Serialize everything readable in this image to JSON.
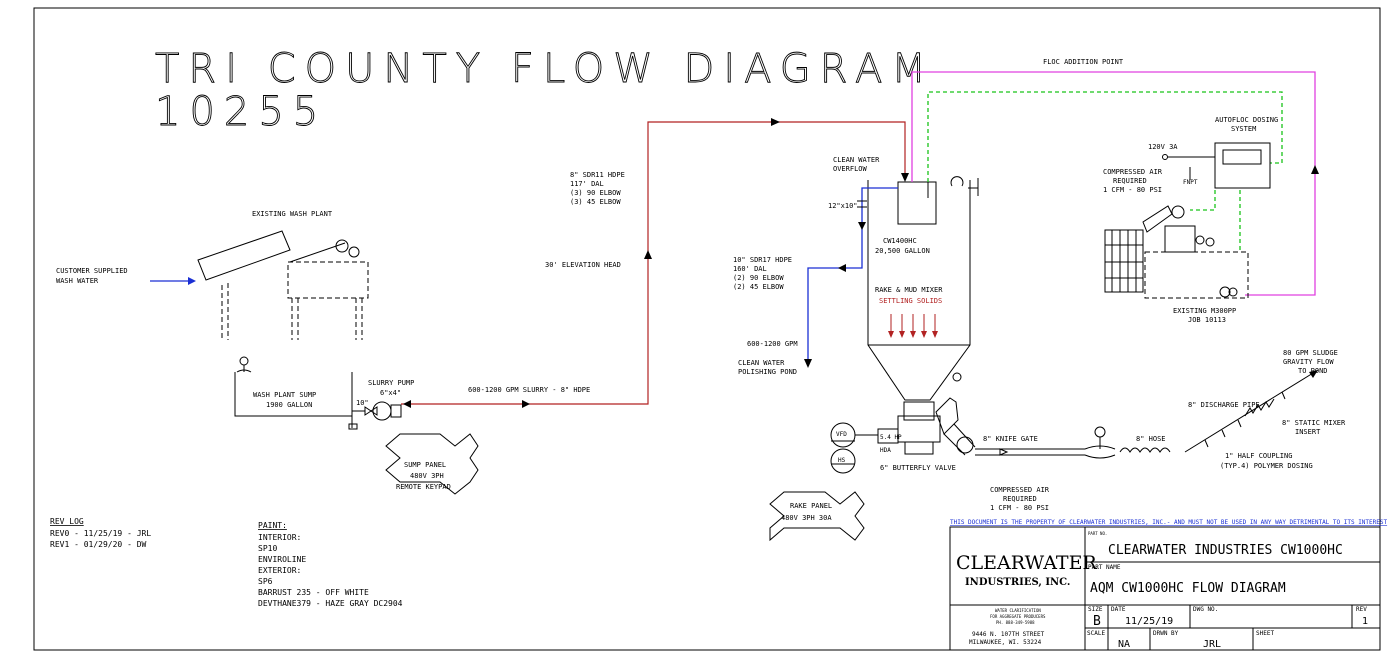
{
  "title": {
    "line1": "TRI COUNTY FLOW DIAGRAM",
    "line2": "10255"
  },
  "labels": {
    "existing_wash_plant": "EXISTING WASH PLANT",
    "customer_water_1": "CUSTOMER SUPPLIED",
    "customer_water_2": "WASH WATER",
    "wash_sump_1": "WASH PLANT SUMP",
    "wash_sump_2": "1900 GALLON",
    "slurry_pump_1": "SLURRY PUMP",
    "slurry_pump_2": "6\"x4\"",
    "pump_inlet": "10\"",
    "slurry_line": "600-1200 GPM SLURRY - 8\" HDPE",
    "sump_panel_1": "SUMP PANEL",
    "sump_panel_2": "480V 3PH",
    "sump_panel_3": "REMOTE KEYPAD",
    "elev_head": "30' ELEVATION HEAD",
    "hdpe8_1": "8\" SDR11 HDPE",
    "hdpe8_2": "117' DAL",
    "hdpe8_3": "(3) 90 ELBOW",
    "hdpe8_4": "(3) 45 ELBOW",
    "clean_overflow_1": "CLEAN WATER",
    "clean_overflow_2": "OVERFLOW",
    "overflow_size": "12\"x10\"",
    "hdpe10_1": "10\" SDR17 HDPE",
    "hdpe10_2": "160' DAL",
    "hdpe10_3": "(2) 90 ELBOW",
    "hdpe10_4": "(2) 45 ELBOW",
    "clean_gpm": "600-1200 GPM",
    "polish_pond_1": "CLEAN WATER",
    "polish_pond_2": "POLISHING POND",
    "tank_1": "CW1400HC",
    "tank_2": "20,500 GALLON",
    "rake_mixer": "RAKE & MUD MIXER",
    "settling": "SETTLING SOLIDS",
    "floc_point": "FLOC ADDITION POINT",
    "autofloc_1": "AUTOFLOC DOSING",
    "autofloc_2": "SYSTEM",
    "power_120": "120V 3A",
    "air_req_1": "COMPRESSED AIR",
    "air_req_2": "REQUIRED",
    "air_req_3": "1 CFM - 80 PSI",
    "fnpt": "FNPT",
    "m300_1": "EXISTING M300PP",
    "m300_2": "JOB 10113",
    "vfd": "VFD",
    "hs": "HS",
    "hp": "5.4 HP",
    "hda": "HDA",
    "butterfly": "6\" BUTTERFLY VALVE",
    "knife_gate": "8\" KNIFE GATE",
    "hose": "8\" HOSE",
    "discharge_pipe": "8\" DISCHARGE PIPE",
    "static_mixer_1": "8\" STATIC MIXER",
    "static_mixer_2": "INSERT",
    "half_coupling_1": "1\" HALF COUPLING",
    "half_coupling_2": "(TYP.4) POLYMER DOSING",
    "sludge_1": "80 GPM SLUDGE",
    "sludge_2": "GRAVITY FLOW",
    "sludge_3": "TO POND",
    "air_bottom_1": "COMPRESSED AIR",
    "air_bottom_2": "REQUIRED",
    "air_bottom_3": "1 CFM - 80 PSI",
    "rake_panel_1": "RAKE PANEL",
    "rake_panel_2": "480V 3PH 30A"
  },
  "rev_log": {
    "title": "REV LOG",
    "entries": [
      "REV0 - 11/25/19 - JRL",
      "REV1 - 01/29/20 - DW"
    ]
  },
  "paint": {
    "title": "PAINT:",
    "lines": [
      "INTERIOR:",
      "SP10",
      "ENVIROLINE",
      "EXTERIOR:",
      "SP6",
      "BARRUST 235 - OFF WHITE",
      "DEVTHANE379 - HAZE GRAY DC2904"
    ]
  },
  "title_block": {
    "notice": "THIS DOCUMENT IS THE PROPERTY OF CLEARWATER INDUSTRIES, INC.- AND MUST NOT BE USED IN ANY WAY DETRIMENTAL TO ITS INTEREST",
    "logo_main": "CLEARWATER",
    "logo_sub": "INDUSTRIES, INC.",
    "tagline_1": "WATER CLARIFICATION",
    "tagline_2": "FOR AGGREGATE PRODUCERS",
    "phone": "PH. 888-349-5988",
    "address_1": "9446 N. 107TH STREET",
    "address_2": "MILWAUKEE, WI. 53224",
    "part_no_label": "PART NO.",
    "part_no": "CLEARWATER INDUSTRIES CW1000HC",
    "part_name_label": "PART NAME",
    "part_name": "AQM CW1000HC FLOW DIAGRAM",
    "size_label": "SIZE",
    "size": "B",
    "date_label": "DATE",
    "date": "11/25/19",
    "dwg_label": "DWG NO.",
    "dwg": "",
    "rev_label": "REV",
    "rev": "1",
    "scale_label": "SCALE",
    "scale": "NA",
    "drwn_label": "DRWN BY",
    "drwn": "JRL",
    "sheet_label": "SHEET",
    "sheet": ""
  },
  "colors": {
    "slurry_line": "#b22222",
    "clean_line": "#1a2fd4",
    "floc_line": "#e040e0",
    "air_line": "#19c419",
    "notice": "#1a2fd4",
    "settling": "#b22222"
  }
}
